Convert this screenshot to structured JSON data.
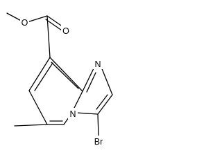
{
  "molecule": {
    "atom_labels": {
      "o_ether": "O",
      "o_carbonyl": "O",
      "n_imidazole": "N",
      "n_bridgehead": "N",
      "br": "Br"
    }
  },
  "colors": {
    "bond": "#000000",
    "text": "#000000",
    "background": "#ffffff"
  }
}
